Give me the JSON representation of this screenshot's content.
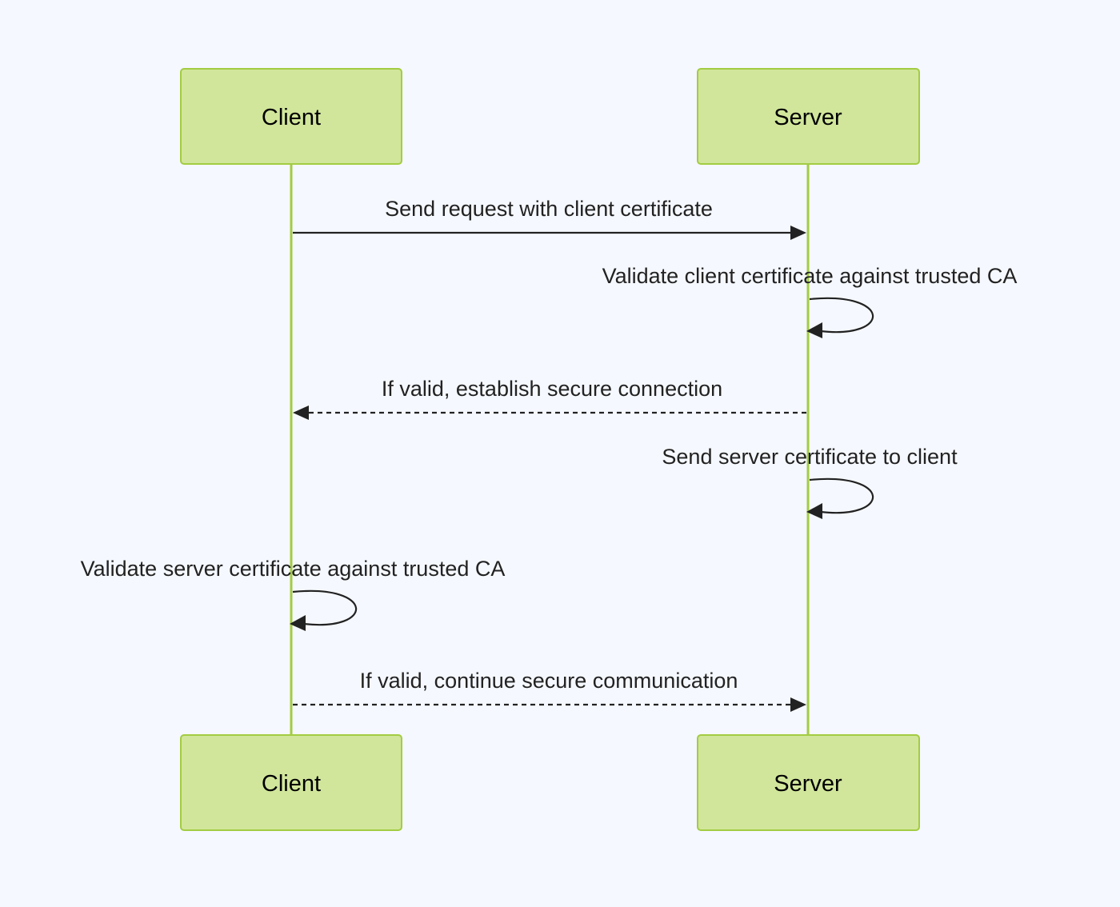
{
  "actors": {
    "client": {
      "label": "Client"
    },
    "server": {
      "label": "Server"
    }
  },
  "messages": [
    {
      "from": "client",
      "to": "server",
      "style": "solid",
      "label": "Send request with client certificate"
    },
    {
      "from": "server",
      "to": "server",
      "style": "solid",
      "label": "Validate client certificate against trusted CA"
    },
    {
      "from": "server",
      "to": "client",
      "style": "dashed",
      "label": "If valid, establish secure connection"
    },
    {
      "from": "server",
      "to": "server",
      "style": "solid",
      "label": "Send server certificate to client"
    },
    {
      "from": "client",
      "to": "client",
      "style": "solid",
      "label": "Validate server certificate against trusted CA"
    },
    {
      "from": "client",
      "to": "server",
      "style": "dashed",
      "label": "If valid, continue secure communication"
    }
  ],
  "colors": {
    "background": "#f5f8fe",
    "actor_fill": "#d1e69b",
    "actor_border": "#a3cc42",
    "lifeline": "#a3cc42",
    "message": "#222222"
  }
}
